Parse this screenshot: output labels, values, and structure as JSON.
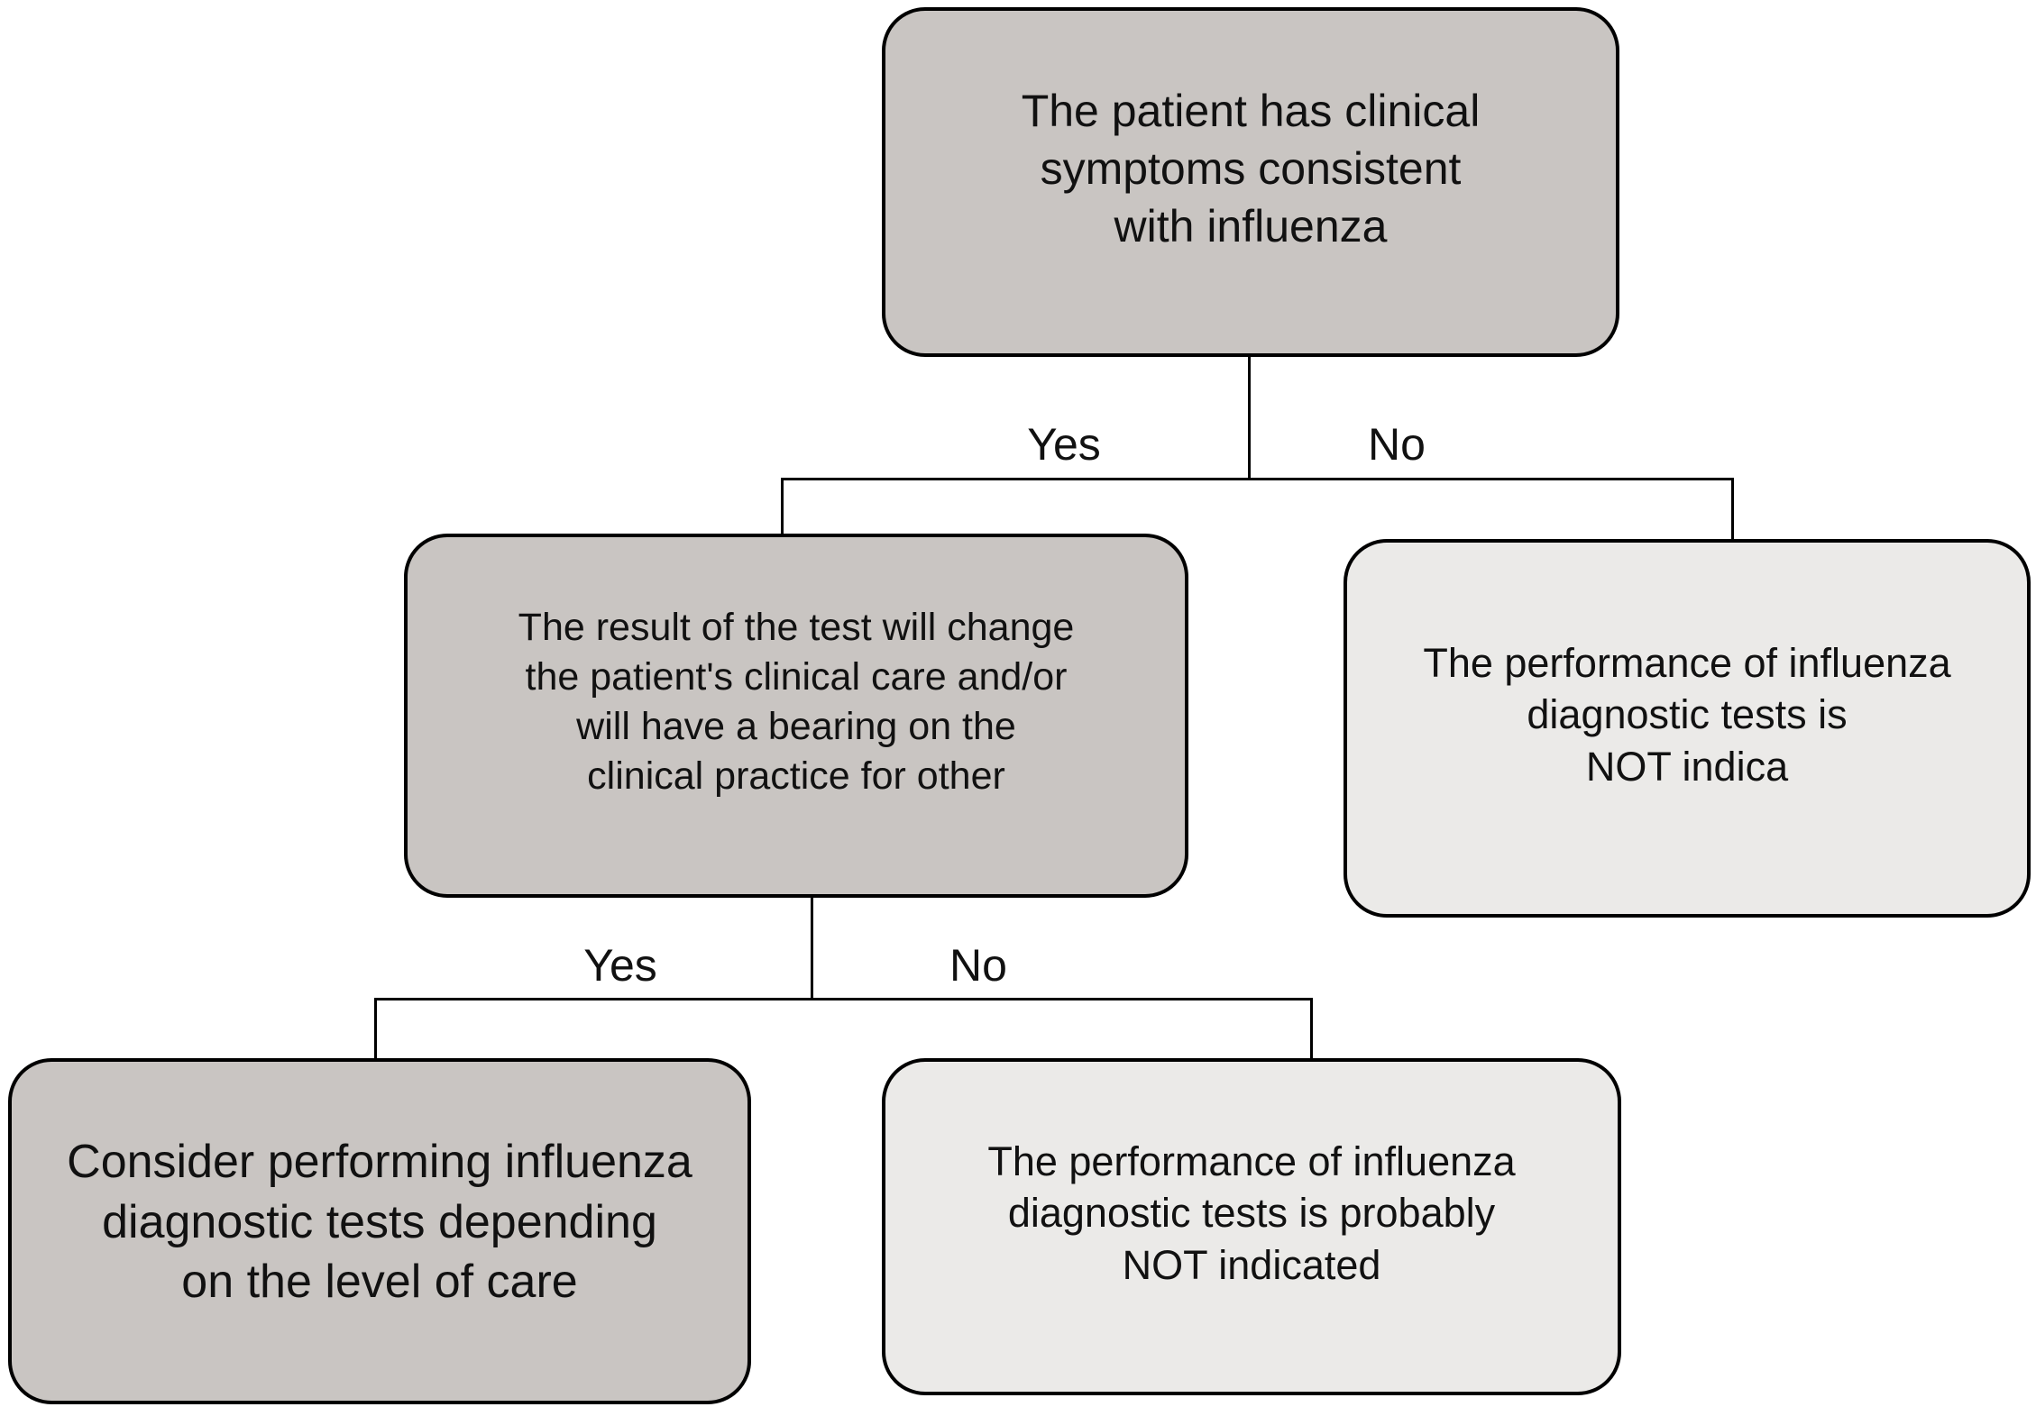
{
  "diagram": {
    "type": "decision-flowchart",
    "nodes": [
      {
        "id": "symptoms",
        "variant": "dark",
        "text": "The patient has clinical\nsymptoms consistent\nwith influenza"
      },
      {
        "id": "test-changes-care",
        "variant": "dark",
        "text": "The result of the test will change\nthe patient's clinical care and/or\nwill have a bearing on the\nclinical practice for other"
      },
      {
        "id": "not-indicated",
        "variant": "light",
        "text": "The performance of influenza\ndiagnostic tests is\nNOT indica"
      },
      {
        "id": "consider-testing",
        "variant": "dark",
        "text": "Consider performing influenza\ndiagnostic tests depending\non the level of care"
      },
      {
        "id": "probably-not-indicated",
        "variant": "light",
        "text": "The performance of influenza\ndiagnostic tests is probably\nNOT indicated"
      }
    ],
    "branch_labels": [
      {
        "id": "yes-1",
        "text": "Yes"
      },
      {
        "id": "no-1",
        "text": "No"
      },
      {
        "id": "yes-2",
        "text": "Yes"
      },
      {
        "id": "no-2",
        "text": "No"
      }
    ],
    "edges": [
      {
        "from": "symptoms",
        "label": "Yes",
        "to": "test-changes-care"
      },
      {
        "from": "symptoms",
        "label": "No",
        "to": "not-indicated"
      },
      {
        "from": "test-changes-care",
        "label": "Yes",
        "to": "consider-testing"
      },
      {
        "from": "test-changes-care",
        "label": "No",
        "to": "probably-not-indicated"
      }
    ],
    "colors": {
      "node_dark_fill": "#C9C5C2",
      "node_light_fill": "#EBEAE8",
      "border": "#000000",
      "background": "#FFFFFF",
      "text": "#111111"
    }
  }
}
